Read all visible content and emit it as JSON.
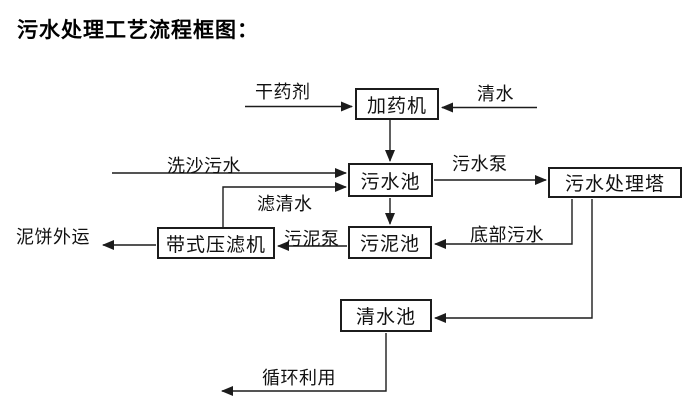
{
  "title": "污水处理工艺流程框图：",
  "boxes": {
    "dosing_machine": "加药机",
    "sewage_pool": "污水池",
    "treatment_tower": "污水处理塔",
    "sludge_pool": "污泥池",
    "belt_filter_press": "带式压滤机",
    "clean_water_pool": "清水池"
  },
  "flow_labels": {
    "dry_chemical": "干药剂",
    "clean_water": "清水",
    "sand_washing_sewage": "洗沙污水",
    "sewage_pump": "污水泵",
    "filtered_water": "滤清水",
    "sludge_pump": "污泥泵",
    "bottom_sewage": "底部污水",
    "mud_cake_out": "泥饼外运",
    "recycle": "循环利用"
  },
  "colors": {
    "line": "#1c1c1c",
    "text": "#111111",
    "background": "#ffffff"
  }
}
